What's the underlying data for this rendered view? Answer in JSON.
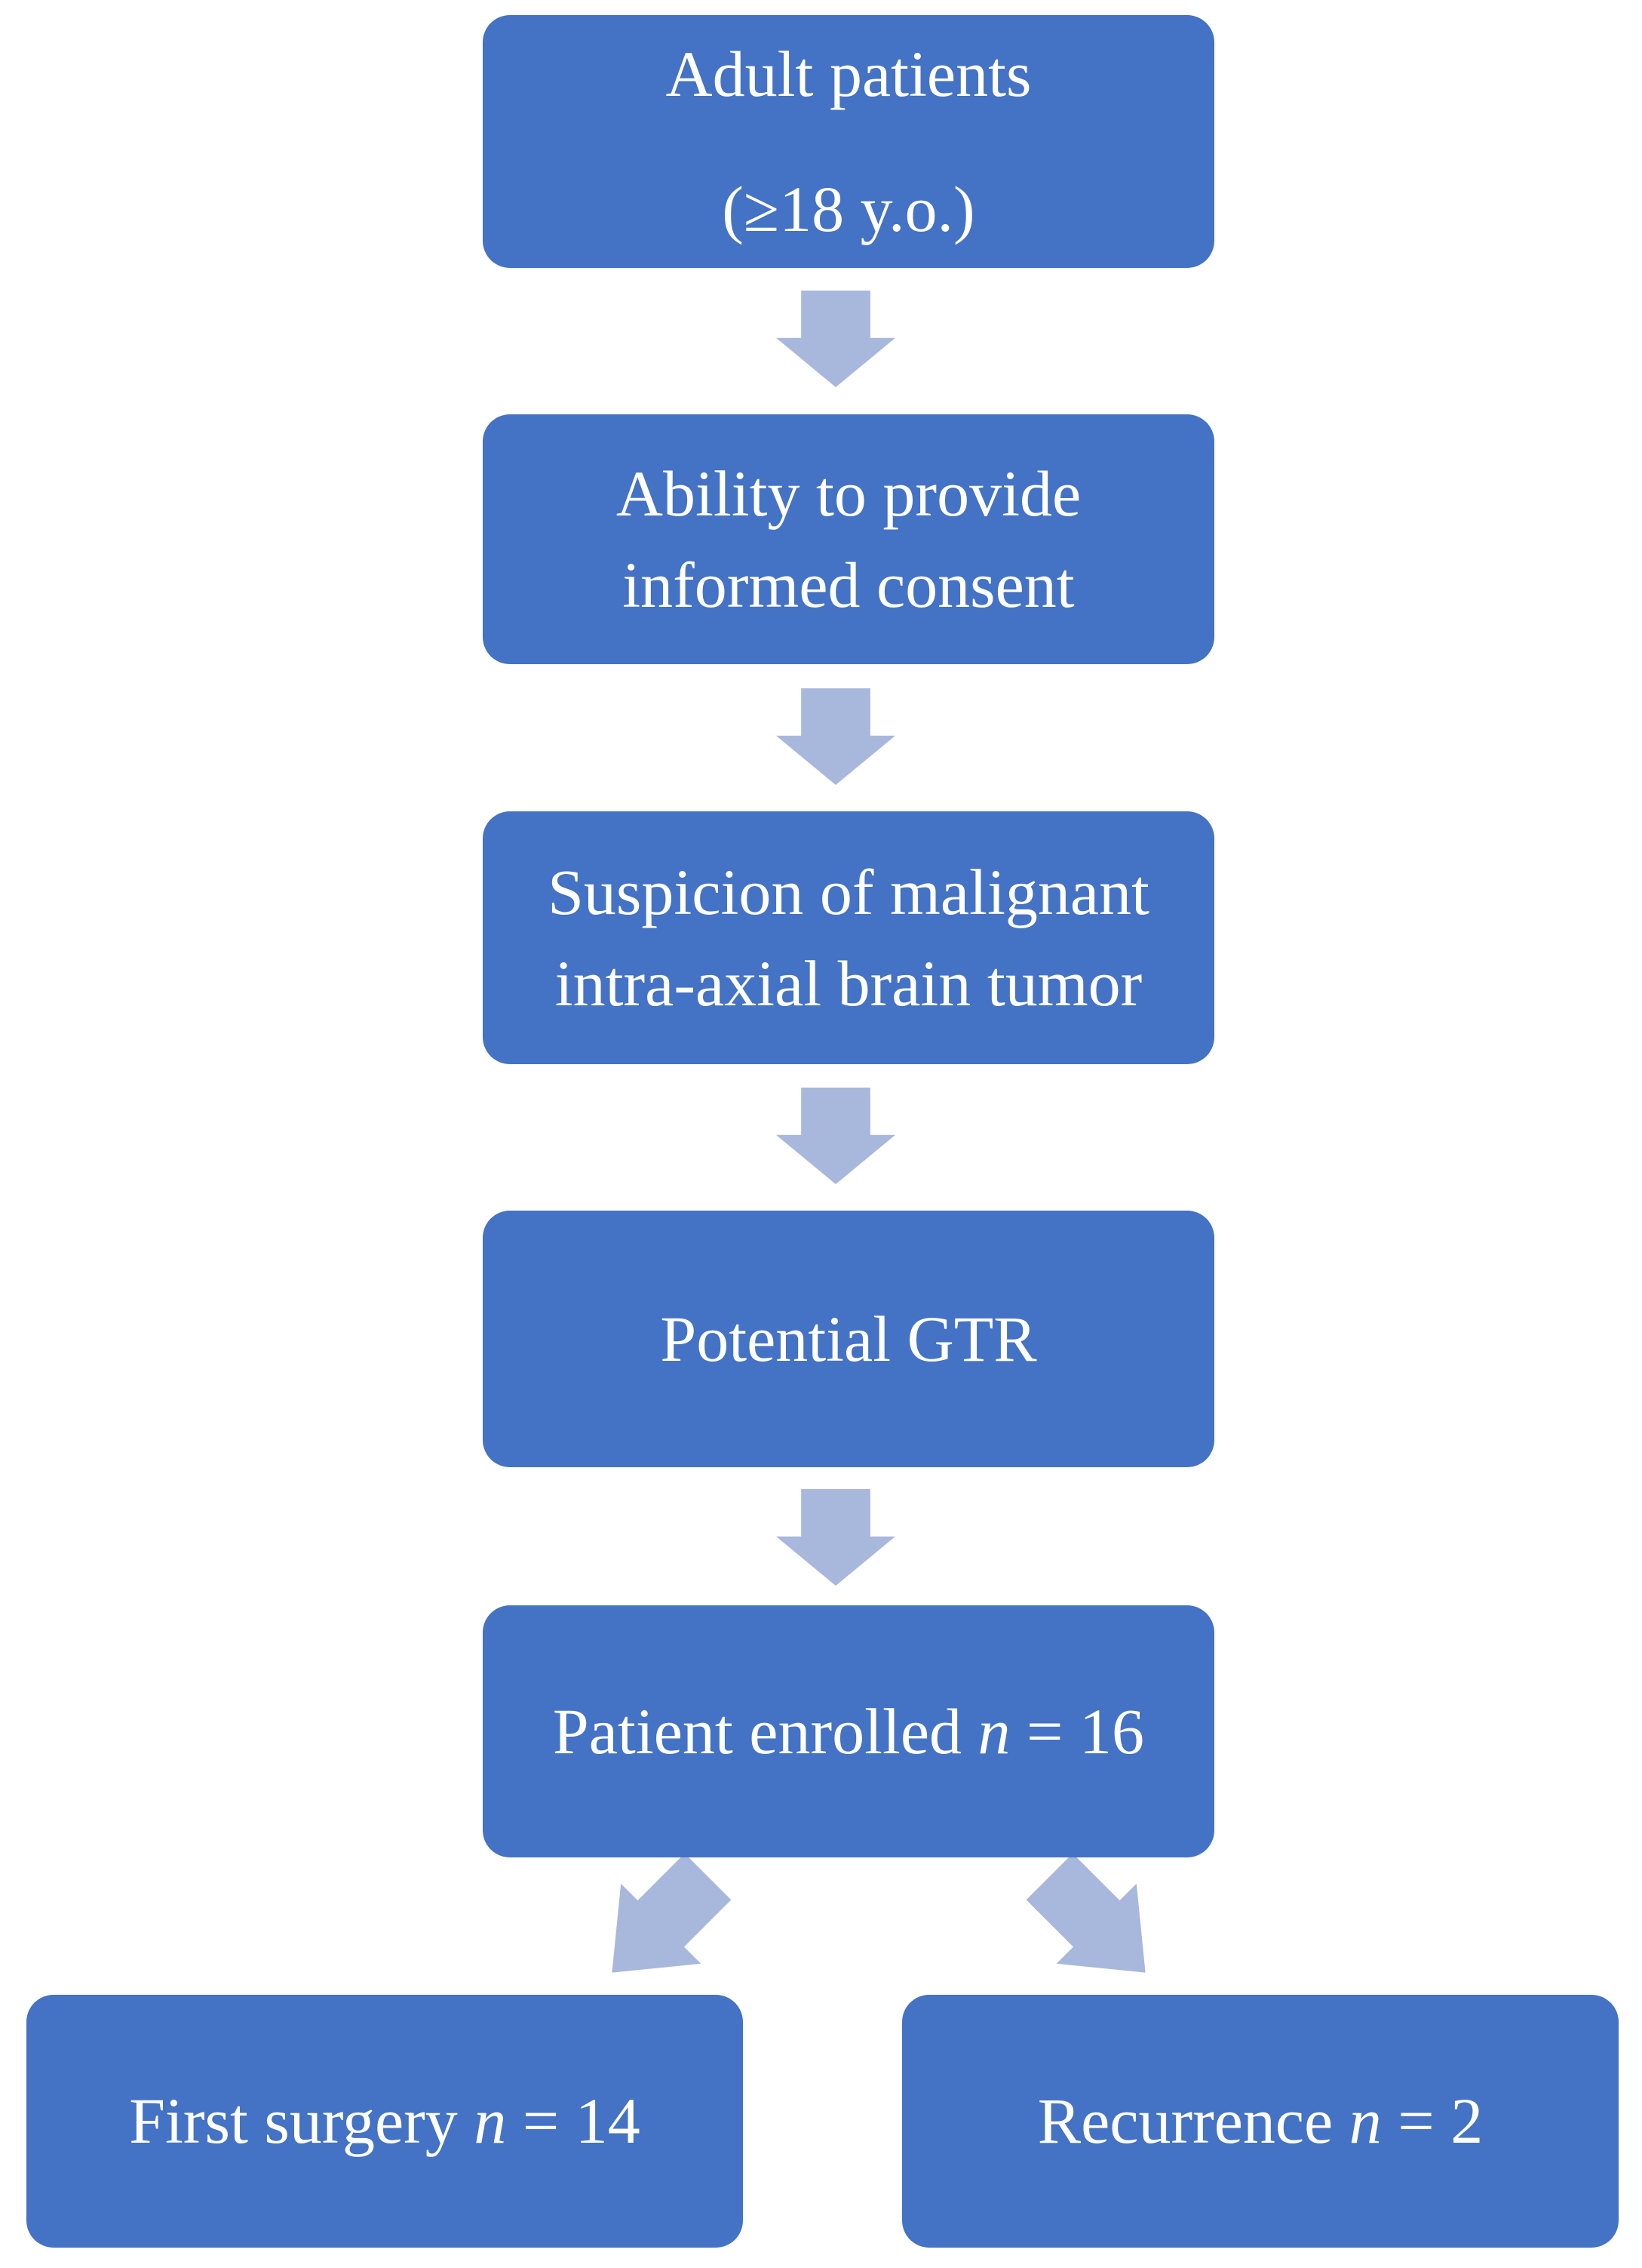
{
  "palette": {
    "box_fill": "#4472C4",
    "box_text": "#ffffff",
    "arrow_fill": "#A8B7DC",
    "page_bg": "#ffffff"
  },
  "flow": {
    "boxes": [
      {
        "id": "adult-patients",
        "lines": [
          "Adult patients",
          "(≥18 y.o.)"
        ]
      },
      {
        "id": "informed-consent",
        "lines": [
          "Ability to provide",
          "informed consent"
        ]
      },
      {
        "id": "tumor-suspicion",
        "lines": [
          "Suspicion of malignant",
          "intra-axial brain tumor"
        ]
      },
      {
        "id": "potential-gtr",
        "lines": [
          "Potential GTR"
        ]
      },
      {
        "id": "patient-enrolled",
        "prefix": "Patient enrolled ",
        "var": "n",
        "suffix": " = 16"
      },
      {
        "id": "first-surgery",
        "prefix": "First surgery ",
        "var": "n",
        "suffix": " = 14"
      },
      {
        "id": "recurrence",
        "prefix": "Recurrence ",
        "var": "n",
        "suffix": " = 2"
      }
    ],
    "arrows": [
      {
        "direction": "down"
      },
      {
        "direction": "down"
      },
      {
        "direction": "down"
      },
      {
        "direction": "down"
      },
      {
        "direction": "down-left"
      },
      {
        "direction": "down-right"
      }
    ]
  }
}
